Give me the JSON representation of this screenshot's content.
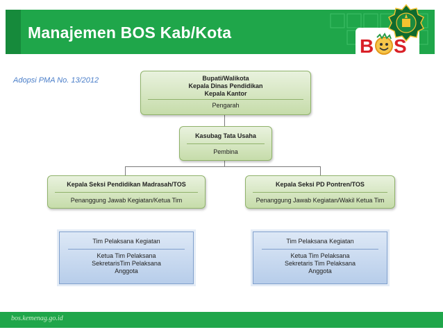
{
  "title": "Manajemen BOS Kab/Kota",
  "subtitle": "Adopsi PMA No. 13/2012",
  "logo_text": "BOS",
  "footer_url": "bos.kemenag.go.id",
  "colors": {
    "header_green": "#1fa64a",
    "box_green": "#c6dcaa",
    "box_blue": "#b7cdea",
    "subtitle_blue": "#4a7ec9"
  },
  "org_chart": {
    "top": {
      "lines": [
        "Bupati/Walikota",
        "Kepala Dinas Pendidikan",
        "Kepala Kantor"
      ],
      "role": "Pengarah"
    },
    "middle": {
      "name": "Kasubag Tata Usaha",
      "role": "Pembina"
    },
    "left": {
      "name": "Kepala Seksi Pendidikan Madrasah/TOS",
      "role": "Penanggung Jawab Kegiatan/Ketua Tim",
      "team": {
        "header": "Tim Pelaksana Kegiatan",
        "members": [
          "Ketua Tim Pelaksana",
          "SekretarisTim Pelaksana",
          "Anggota"
        ]
      }
    },
    "right": {
      "name": "Kepala Seksi PD Pontren/TOS",
      "role": "Penanggung Jawab Kegiatan/Wakil Ketua Tim",
      "team": {
        "header": "Tim Pelaksana Kegiatan",
        "members": [
          "Ketua Tim Pelaksana",
          "Sekretaris Tim Pelaksana",
          "Anggota"
        ]
      }
    }
  }
}
